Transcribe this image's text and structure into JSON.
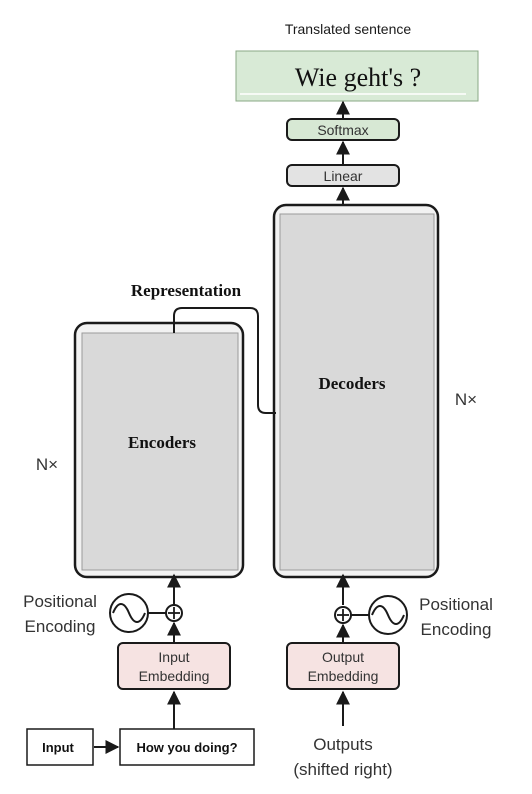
{
  "header": {
    "caption": "Translated sentence"
  },
  "output_box": {
    "text": "Wie geht's ?"
  },
  "decoder_stack": {
    "softmax": "Softmax",
    "linear": "Linear",
    "block_label": "Decoders",
    "repeat": "N×",
    "positional_encoding": [
      "Positional",
      "Encoding"
    ],
    "embedding": [
      "Output",
      "Embedding"
    ],
    "inputs": [
      "Outputs",
      "(shifted right)"
    ]
  },
  "encoder_stack": {
    "block_label": "Encoders",
    "repeat": "N×",
    "positional_encoding": [
      "Positional",
      "Encoding"
    ],
    "embedding": [
      "Input",
      "Embedding"
    ]
  },
  "representation": {
    "label": "Representation"
  },
  "input_flow": {
    "input_label": "Input",
    "sentence": "How you doing?"
  },
  "colors": {
    "output_fill": "#d8ead6",
    "softmax_fill": "#d7e8d4",
    "linear_fill": "#e3e3e3",
    "block_fill": "#d9d9d9",
    "outer_fill": "#f2f2f2",
    "embedding_fill": "#f6e3e2",
    "stroke": "#1a1a1a"
  }
}
